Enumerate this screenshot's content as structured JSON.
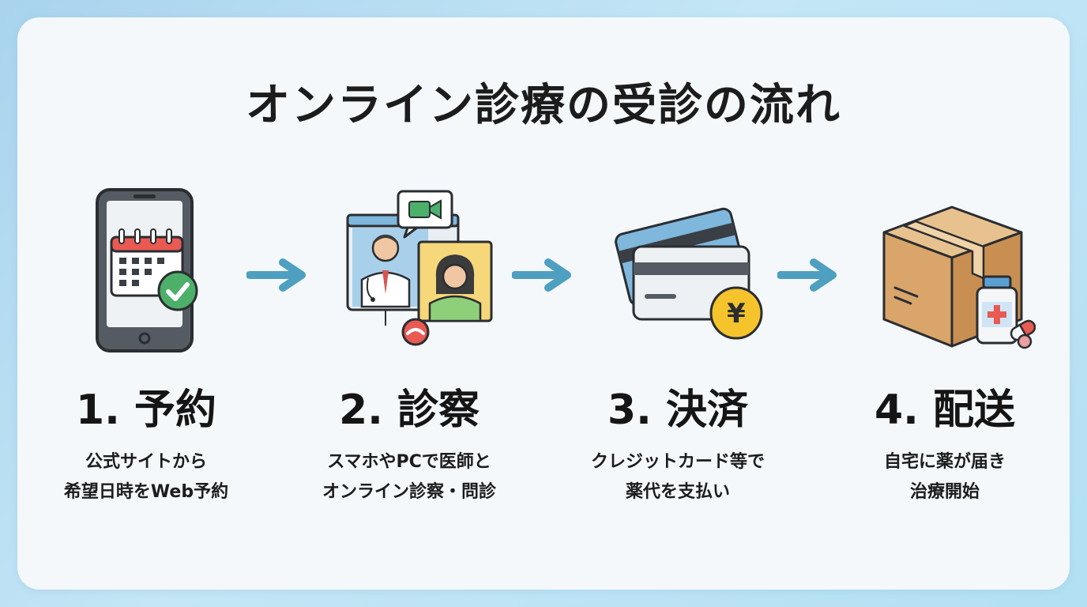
{
  "title": "オンライン診療の受診の流れ",
  "steps": [
    {
      "label": "1. 予約",
      "lines": [
        "公式サイトから",
        "希望日時をWeb予約"
      ],
      "icon": "smartphone-calendar-icon"
    },
    {
      "label": "2. 診察",
      "lines": [
        "スマホやPCで医師と",
        "オンライン診察・問診"
      ],
      "icon": "video-consultation-icon"
    },
    {
      "label": "3. 決済",
      "lines": [
        "クレジットカード等で",
        "薬代を支払い"
      ],
      "icon": "credit-card-yen-icon"
    },
    {
      "label": "4. 配送",
      "lines": [
        "自宅に薬が届き",
        "治療開始"
      ],
      "icon": "package-medicine-icon"
    }
  ],
  "colors": {
    "arrow": "#4e9fc0",
    "text": "#1c1c1c",
    "card": "#f4f8fb",
    "check": "#4caf6a",
    "calendar_red": "#e85a52",
    "coin": "#f5c32c"
  }
}
